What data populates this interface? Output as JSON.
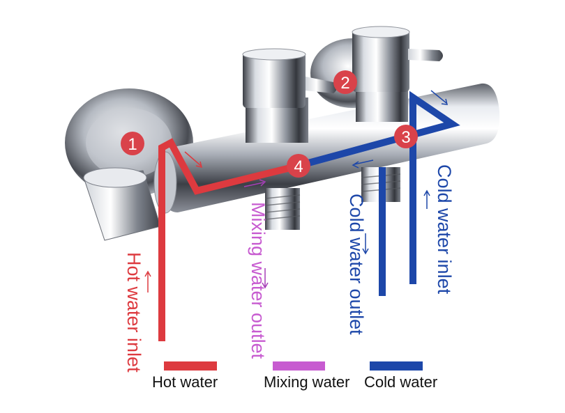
{
  "colors": {
    "hot": "#dd3a3f",
    "mixing": "#a63fb7",
    "mixing_light": "#c75bd0",
    "cold": "#1d47a9",
    "marker": "#d9424a",
    "chrome_dark": "#3a3d44",
    "chrome_mid": "#9ea3ad",
    "chrome_light": "#f2f4f7"
  },
  "markers": [
    {
      "id": "1",
      "label": "1"
    },
    {
      "id": "2",
      "label": "2"
    },
    {
      "id": "3",
      "label": "3"
    },
    {
      "id": "4",
      "label": "4"
    }
  ],
  "labels": {
    "hot_inlet": "Hot water inlet",
    "mixing_outlet": "Mixing water outlet",
    "cold_outlet": "Cold water outlet",
    "cold_inlet": "Cold water inlet"
  },
  "legend": [
    {
      "key": "hot",
      "label": "Hot water"
    },
    {
      "key": "mixing",
      "label": "Mixing water"
    },
    {
      "key": "cold",
      "label": "Cold water"
    }
  ]
}
